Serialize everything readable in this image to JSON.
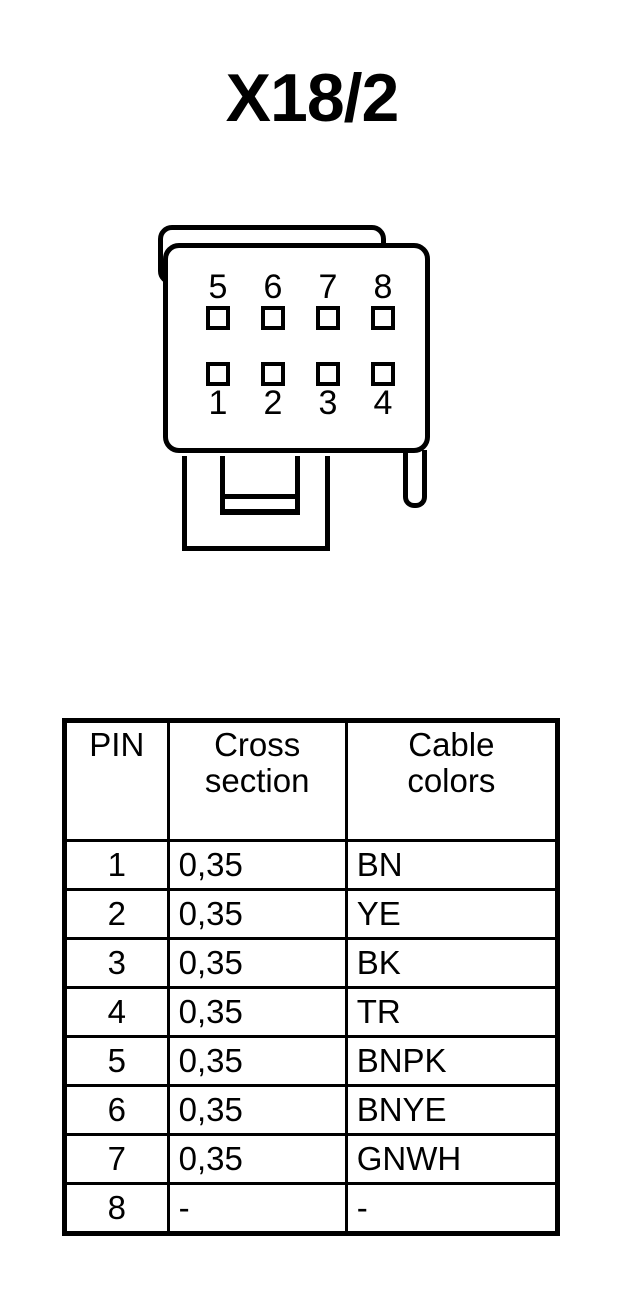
{
  "page": {
    "title": "X18/2"
  },
  "connector": {
    "name": "connector-x18-2",
    "top_row_labels": [
      "5",
      "6",
      "7",
      "8"
    ],
    "bottom_row_labels": [
      "1",
      "2",
      "3",
      "4"
    ],
    "cavity_count": 8,
    "stroke_color": "#000000",
    "background_color": "#ffffff"
  },
  "table": {
    "headers": {
      "pin": "PIN",
      "cross_section_line1": "Cross",
      "cross_section_line2": "section",
      "cable_colors_line1": "Cable",
      "cable_colors_line2": "colors"
    },
    "rows": [
      {
        "pin": "1",
        "cross_section": "0,35",
        "cable_color": "BN"
      },
      {
        "pin": "2",
        "cross_section": "0,35",
        "cable_color": "YE"
      },
      {
        "pin": "3",
        "cross_section": "0,35",
        "cable_color": "BK"
      },
      {
        "pin": "4",
        "cross_section": "0,35",
        "cable_color": "TR"
      },
      {
        "pin": "5",
        "cross_section": "0,35",
        "cable_color": "BNPK"
      },
      {
        "pin": "6",
        "cross_section": "0,35",
        "cable_color": "BNYE"
      },
      {
        "pin": "7",
        "cross_section": "0,35",
        "cable_color": "GNWH"
      },
      {
        "pin": "8",
        "cross_section": "-",
        "cable_color": "-"
      }
    ]
  }
}
